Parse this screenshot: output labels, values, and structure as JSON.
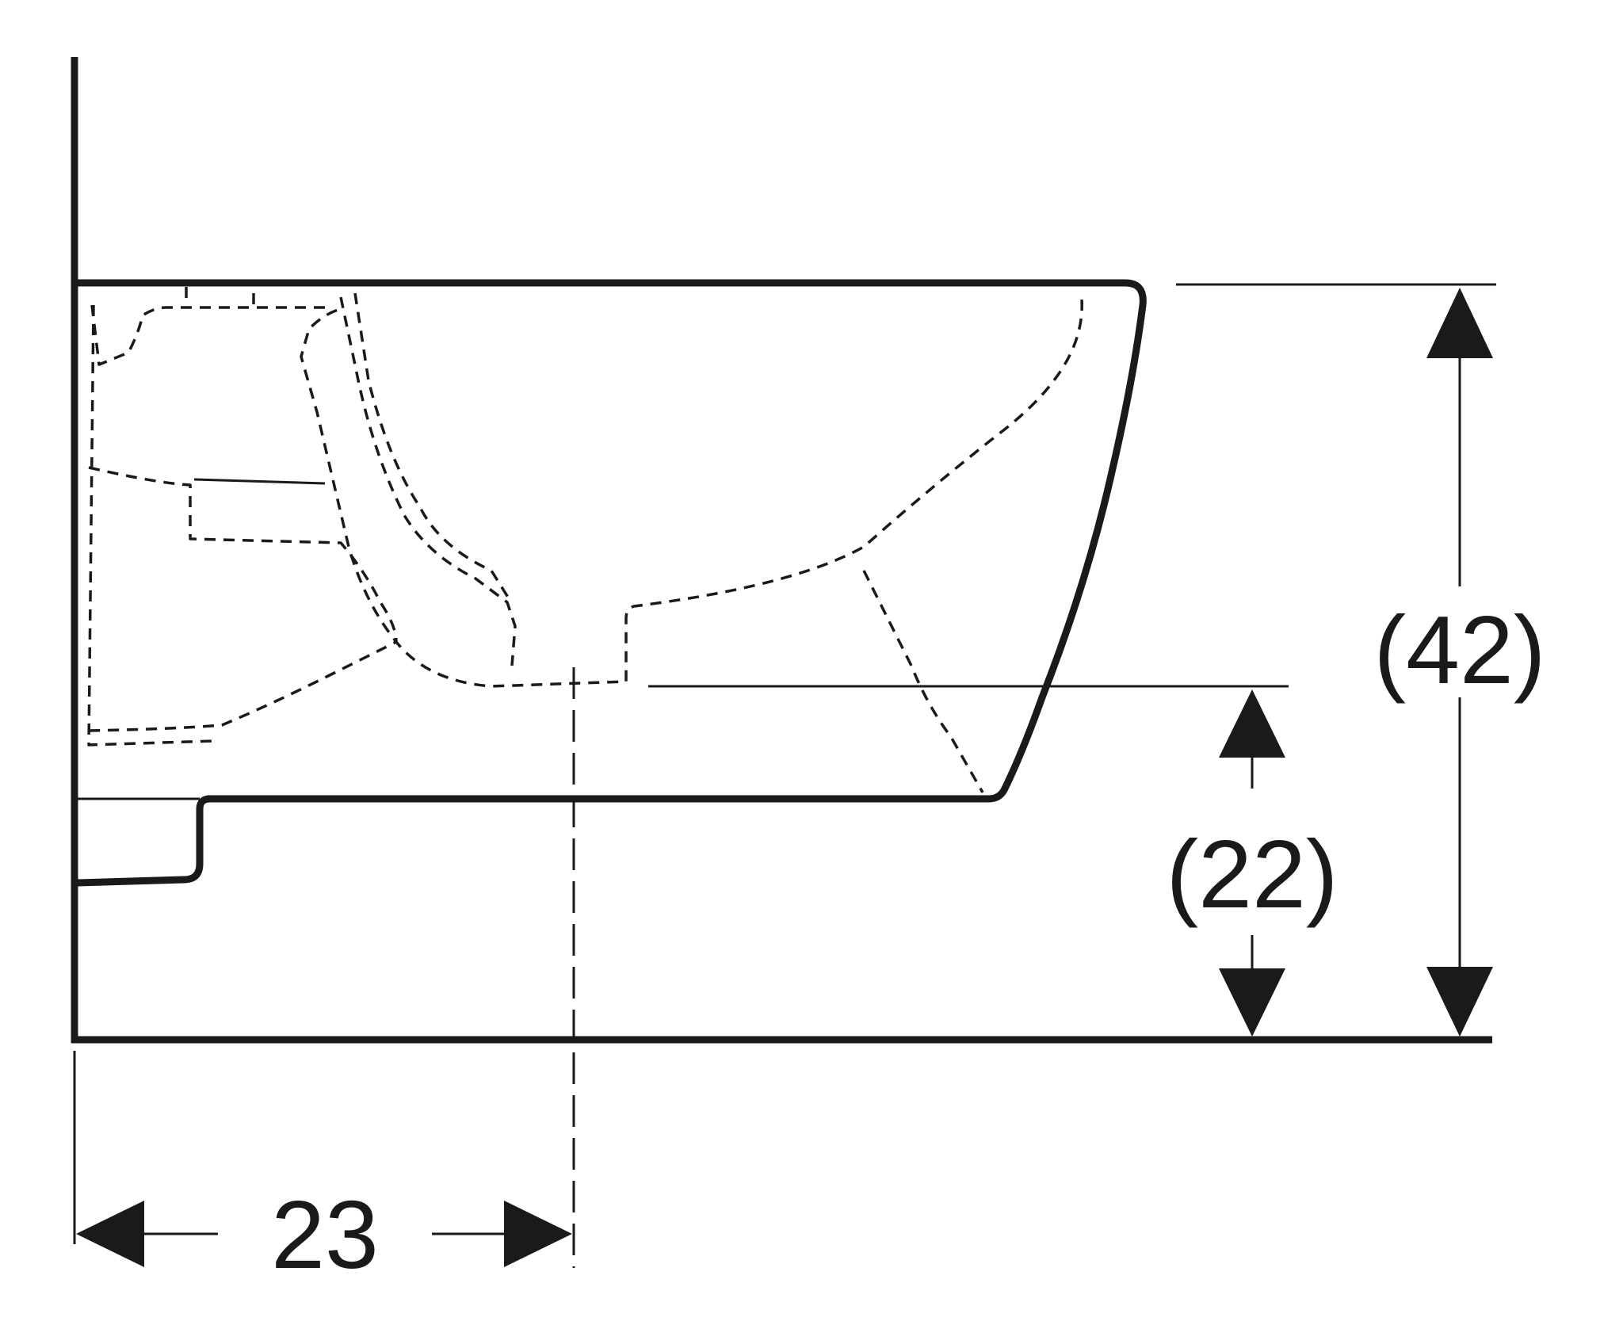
{
  "dimensions": {
    "total_height_label": "(42)",
    "rim_to_floor_label": "(22)",
    "wall_to_outlet_label": "23"
  }
}
